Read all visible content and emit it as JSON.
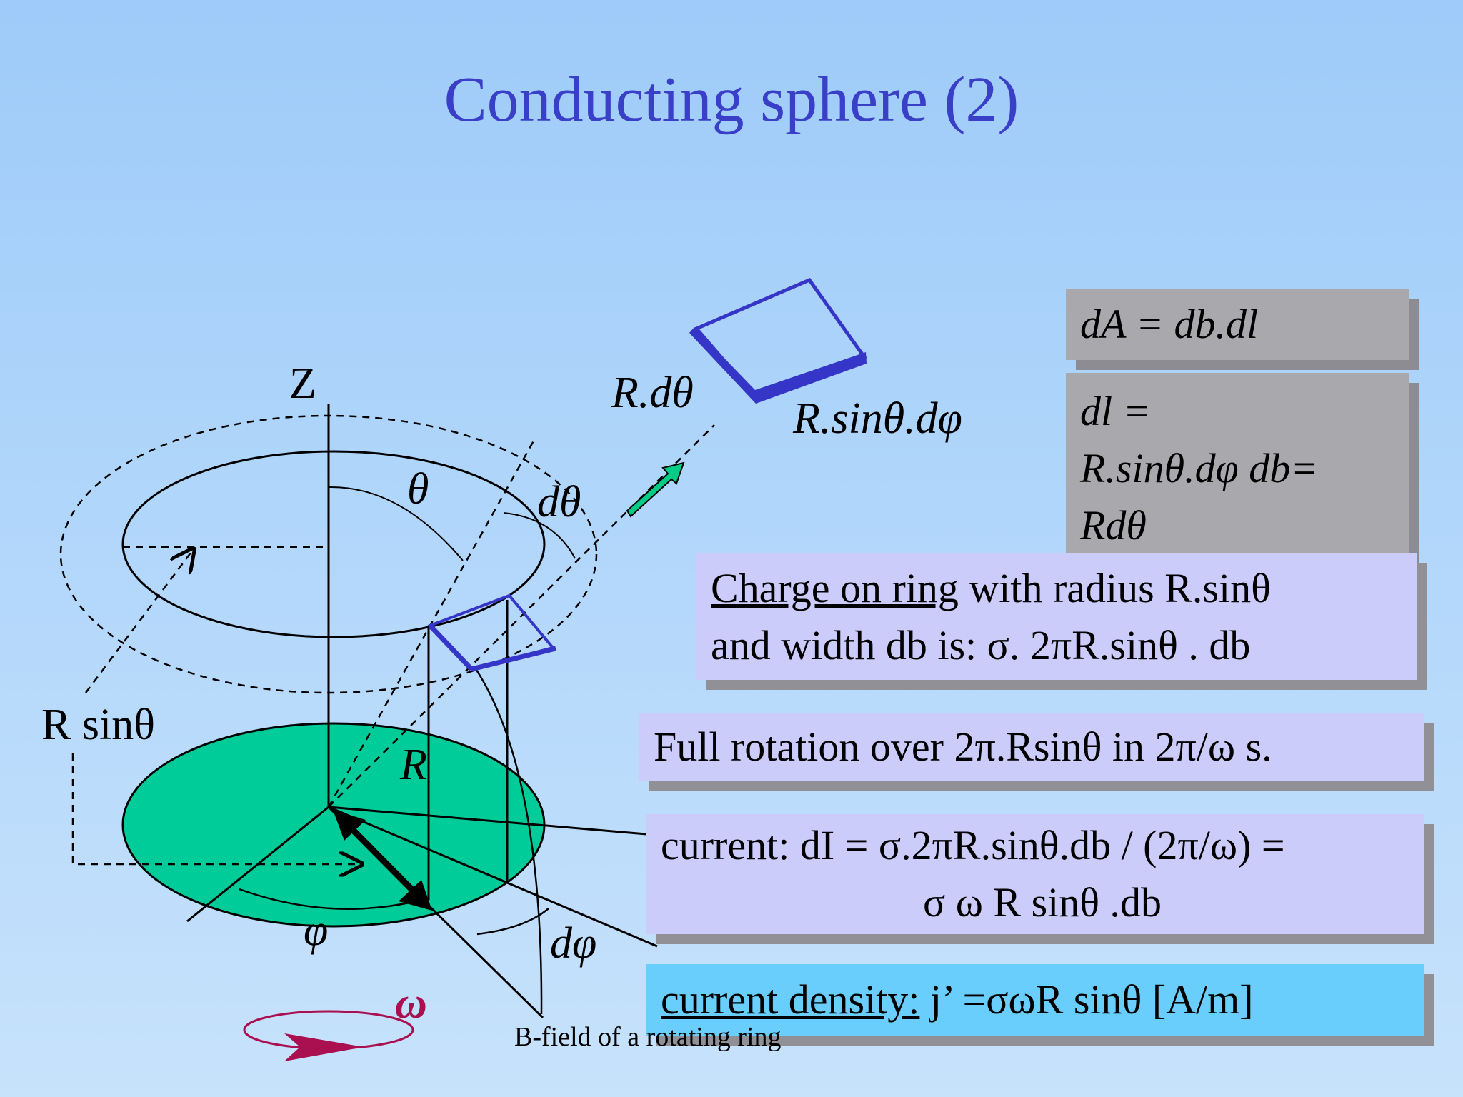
{
  "title": "Conducting sphere (2)",
  "diagram": {
    "axis_label": "Z",
    "theta": "θ",
    "dtheta": "dθ",
    "r_sin_theta": "R sinθ",
    "radius": "R",
    "phi": "φ",
    "dphi": "dφ",
    "omega": "ω",
    "patch_height_label": "R.dθ",
    "patch_width_label": "R.sinθ.dφ"
  },
  "boxes": {
    "dA": "dA = db.dl",
    "dl_line1": "dl =",
    "dl_line2": "R.sinθ.dφ  db=",
    "dl_line3": "Rdθ",
    "charge_underlined": "Charge on ring",
    "charge_rest1": " with radius R.sinθ",
    "charge_line2": "and width  db is: σ. 2πR.sinθ . db",
    "rotation": "Full rotation over 2π.Rsinθ  in 2π/ω  s.",
    "current_line1": "current: dI = σ.2πR.sinθ.db / (2π/ω) =",
    "current_line2": "σ ω R sinθ .db",
    "density_underlined": "current density:",
    "density_rest": " j’ =σωR sinθ   [A/m]"
  },
  "footer": "B-field of a rotating ring",
  "colors": {
    "title": "#3a3fc8",
    "disk": "#00cc99",
    "patch": "#3535c8",
    "arrow": "#00cc88",
    "omega": "#aa1050",
    "gray_box": "#a9a9ad",
    "lavender_box": "#ccccfb",
    "cyan_box": "#69cefb"
  }
}
